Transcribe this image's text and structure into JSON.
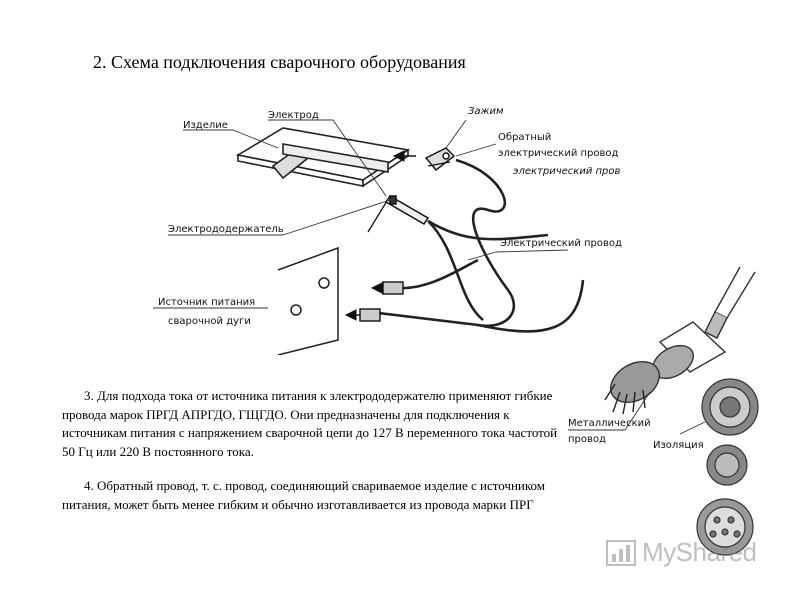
{
  "slide": {
    "title": "2. Схема подключения сварочного оборудования"
  },
  "diagram": {
    "labels": {
      "product": "Изделие",
      "electrode": "Электрод",
      "clamp": "Зажим",
      "return_wire_1": "Обратный",
      "return_wire_2": "электрический провод",
      "return_wire_overlay": "электрический пров",
      "electrode_holder": "Электрододержатель",
      "electric_wire": "Электрический провод",
      "power_source_1": "Источник питания",
      "power_source_2": "сварочной дуги"
    }
  },
  "cable_figure": {
    "labels": {
      "metal_wire_1": "Металлический",
      "metal_wire_2": "провод",
      "insulation": "Изоляция"
    }
  },
  "text": {
    "paragraph_3": "3. Для подхода тока от источника питания к злектрододержателю применяют гибкие провода марок ПРГД АПРГДО, ГЩГДО. Они предназначены для подключения к источникам питания с напряжением сварочной цепи до 127 В переменного тока частотой 50 Гц или 220 В постоянного тока.",
    "paragraph_4": "4. Обратный провод, т. с. провод, соединяющий свариваемое изделие с источником питания, может быть менее гибким и обычно изготавливается из провода марки ПРГ"
  },
  "watermark": {
    "text": "MyShared",
    "icon": "chart-bars-icon"
  }
}
